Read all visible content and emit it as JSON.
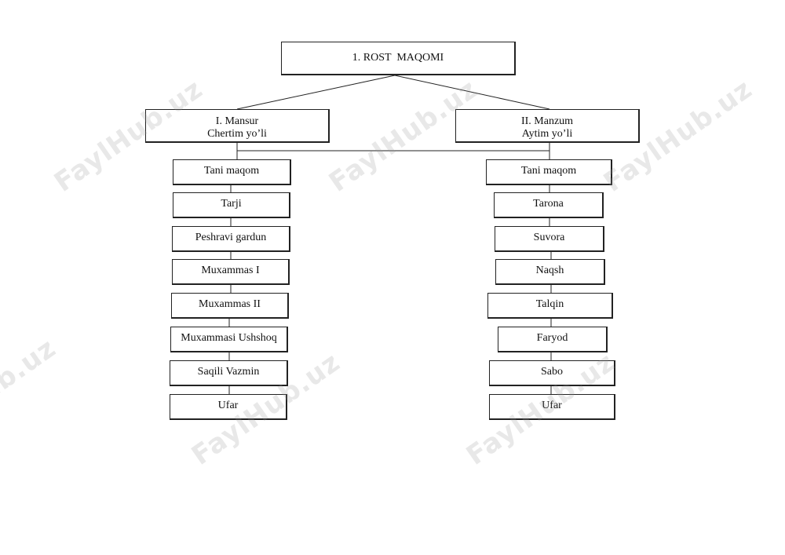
{
  "root": {
    "label": "1. ROST  MAQOMI"
  },
  "left": {
    "title": "I. Mansur",
    "subtitle": "Chertim yo’li",
    "items": [
      "Tani maqom",
      "Tarji",
      "Peshravi gardun",
      "Muxammas I",
      "Muxammas II",
      "Muxammasi Ushshoq",
      "Saqili Vazmin",
      "Ufar"
    ]
  },
  "right": {
    "title": "II. Manzum",
    "subtitle": "Aytim yo’li",
    "items": [
      "Tani maqom",
      "Tarona",
      "Suvora",
      "Naqsh",
      "Talqin",
      "Faryod",
      "Sabo",
      "Ufar"
    ]
  },
  "watermark": "FaylHub.uz"
}
